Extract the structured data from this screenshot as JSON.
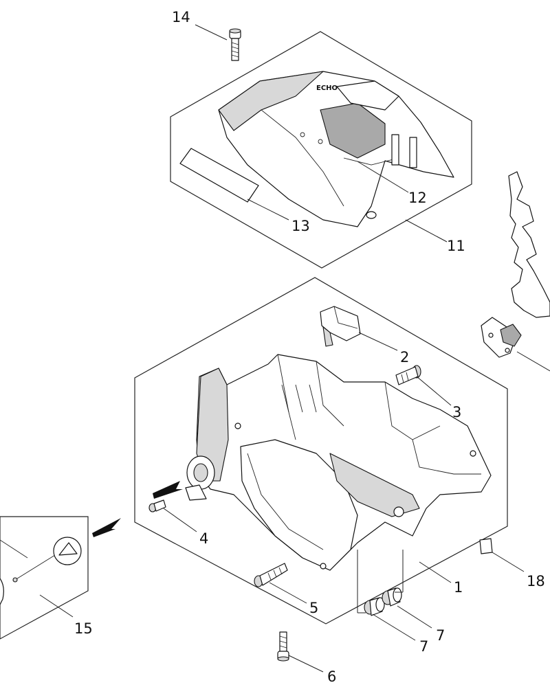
{
  "callouts": {
    "c1": "1",
    "c2": "2",
    "c3": "3",
    "c4": "4",
    "c5": "5",
    "c6": "6",
    "c7a": "7",
    "c7b": "7",
    "c11": "11",
    "c12": "12",
    "c13": "13",
    "c14": "14",
    "c15": "15",
    "c18": "18"
  },
  "cover_logo": "ECHO"
}
